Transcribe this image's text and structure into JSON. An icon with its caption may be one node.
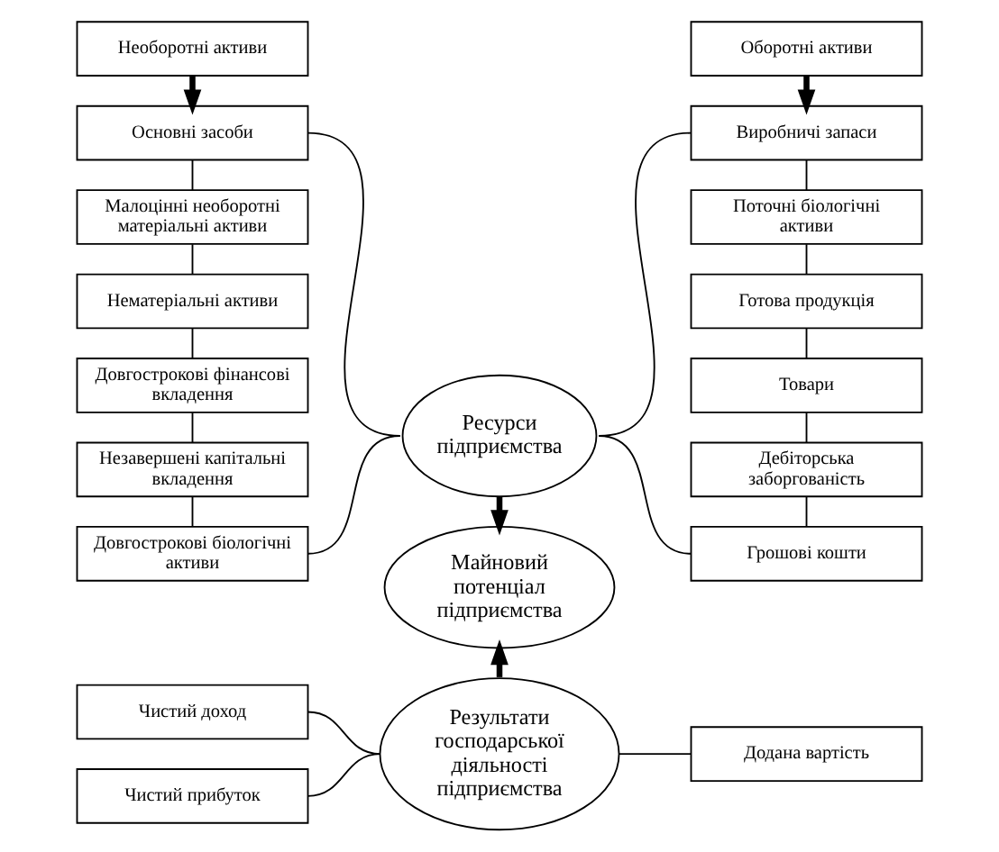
{
  "diagram": {
    "nodes": [
      {
        "text": [
          "Необоротні активи"
        ]
      },
      {
        "text": [
          "Основні засоби"
        ]
      },
      {
        "text": [
          "Малоцінні необоротні матеріальні активи"
        ]
      },
      {
        "text": [
          "Нематеріальні активи"
        ]
      },
      {
        "text": [
          "Довгострокові фінансові вкладення"
        ]
      },
      {
        "text": [
          "Незавершені капітальні вкладення"
        ]
      },
      {
        "text": [
          "Довгострокові біологічні активи"
        ]
      },
      {
        "text": [
          "Оборотні активи"
        ]
      },
      {
        "text": [
          "Виробничі запаси"
        ]
      },
      {
        "text": [
          "Поточні біологічні активи"
        ]
      },
      {
        "text": [
          "Готова продукція"
        ]
      },
      {
        "text": [
          "Товари"
        ]
      },
      {
        "text": [
          "Дебіторська заборгованість"
        ]
      },
      {
        "text": [
          "Грошові кошти"
        ]
      },
      {
        "text": [
          "Ресурси підприємства"
        ]
      },
      {
        "text": [
          "Майновий потенціал підприємства"
        ]
      },
      {
        "text": [
          "Чистий доход"
        ]
      },
      {
        "text": [
          "Чистий прибуток"
        ]
      },
      {
        "text": [
          "Результати господарської діяльності підприємства"
        ]
      },
      {
        "text": [
          "Додана вартість"
        ]
      }
    ],
    "edges": [
      {
        "from": 0,
        "to": 1,
        "arrow": "to",
        "style": "thick"
      },
      {
        "from": 1,
        "to": 2,
        "arrow": "none"
      },
      {
        "from": 2,
        "to": 3,
        "arrow": "none"
      },
      {
        "from": 3,
        "to": 4,
        "arrow": "none"
      },
      {
        "from": 4,
        "to": 5,
        "arrow": "none"
      },
      {
        "from": 5,
        "to": 6,
        "arrow": "none"
      },
      {
        "from": 7,
        "to": 8,
        "arrow": "to",
        "style": "thick"
      },
      {
        "from": 8,
        "to": 9,
        "arrow": "none"
      },
      {
        "from": 9,
        "to": 10,
        "arrow": "none"
      },
      {
        "from": 10,
        "to": 11,
        "arrow": "none"
      },
      {
        "from": 11,
        "to": 12,
        "arrow": "none"
      },
      {
        "from": 12,
        "to": 13,
        "arrow": "none"
      },
      {
        "from": 1,
        "to": 14,
        "arrow": "none"
      },
      {
        "from": 6,
        "to": 14,
        "arrow": "none"
      },
      {
        "from": 8,
        "to": 14,
        "arrow": "none"
      },
      {
        "from": 13,
        "to": 14,
        "arrow": "none"
      },
      {
        "from": 14,
        "to": 15,
        "arrow": "to",
        "style": "thick"
      },
      {
        "from": 18,
        "to": 15,
        "arrow": "to",
        "style": "thick"
      },
      {
        "from": 16,
        "to": 18,
        "arrow": "none"
      },
      {
        "from": 17,
        "to": 18,
        "arrow": "none"
      },
      {
        "from": 18,
        "to": 19,
        "arrow": "none"
      }
    ]
  }
}
